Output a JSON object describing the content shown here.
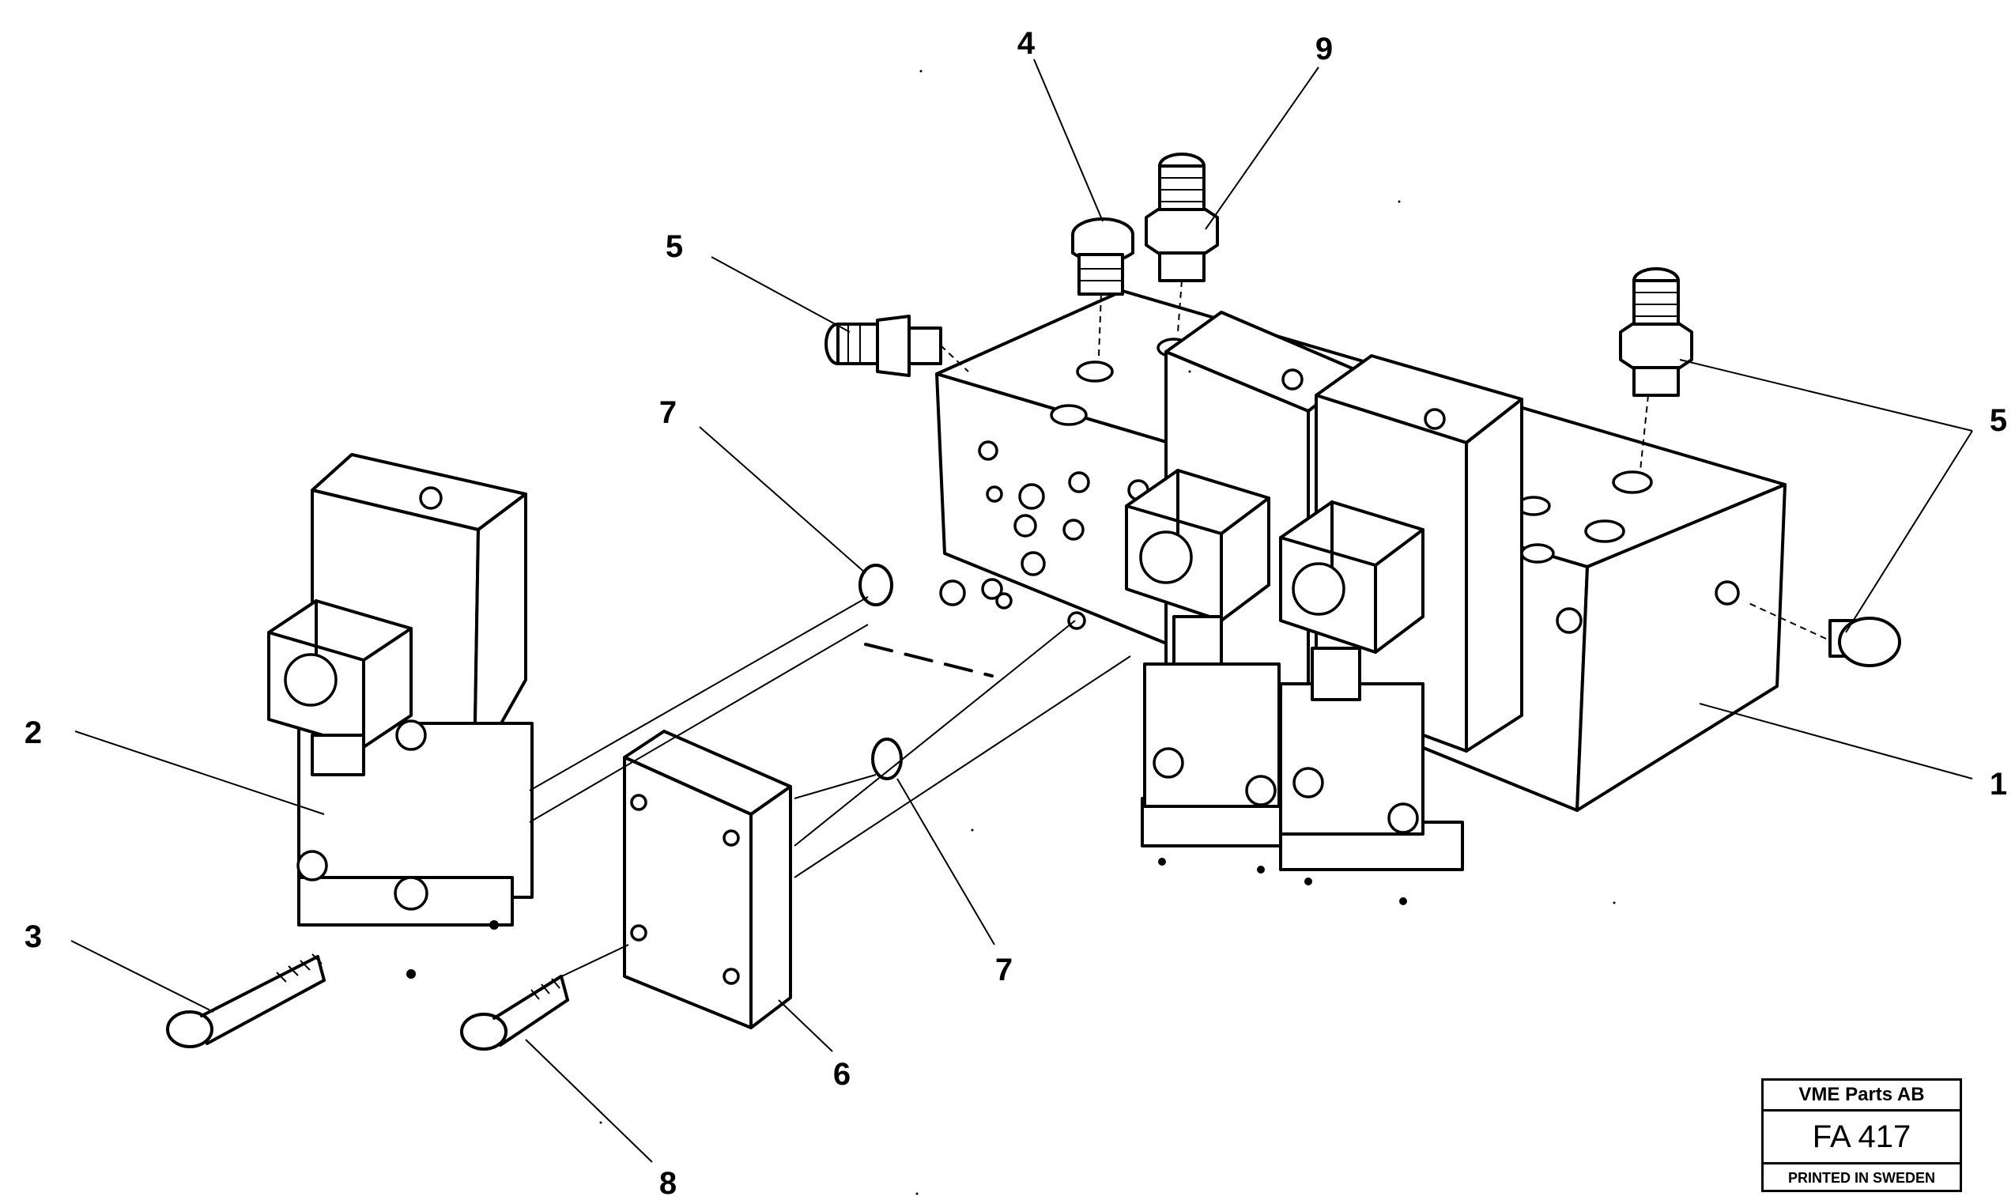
{
  "callouts": {
    "c1": "1",
    "c2": "2",
    "c3": "3",
    "c4": "4",
    "c5a": "5",
    "c5b": "5",
    "c6": "6",
    "c7a": "7",
    "c7b": "7",
    "c8": "8",
    "c9": "9"
  },
  "stamp": {
    "company": "VME Parts AB",
    "code": "FA 417",
    "printed": "PRINTED IN SWEDEN"
  }
}
